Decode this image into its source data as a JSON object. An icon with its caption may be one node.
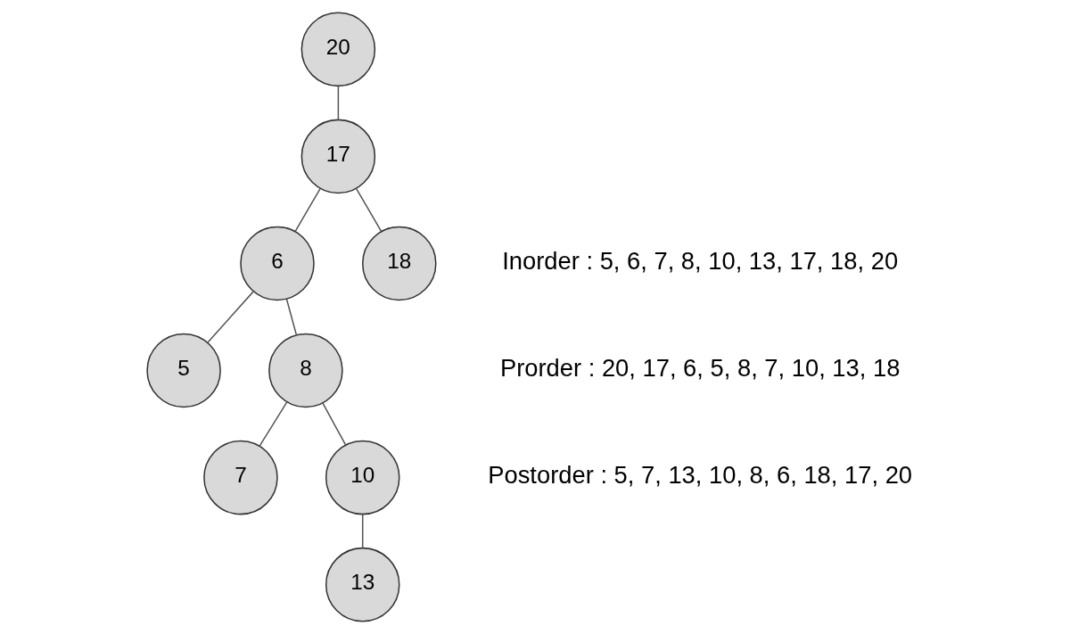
{
  "diagram": {
    "nodes": [
      {
        "text": [
          "20"
        ]
      },
      {
        "text": [
          "17"
        ]
      },
      {
        "text": [
          "6"
        ]
      },
      {
        "text": [
          "18"
        ]
      },
      {
        "text": [
          "5"
        ]
      },
      {
        "text": [
          "8"
        ]
      },
      {
        "text": [
          "7"
        ]
      },
      {
        "text": [
          "10"
        ]
      },
      {
        "text": [
          "13"
        ]
      }
    ],
    "edges": [
      {
        "from": 0,
        "to": 1,
        "arrow": "none"
      },
      {
        "from": 1,
        "to": 2,
        "arrow": "none"
      },
      {
        "from": 1,
        "to": 3,
        "arrow": "none"
      },
      {
        "from": 2,
        "to": 4,
        "arrow": "none"
      },
      {
        "from": 2,
        "to": 5,
        "arrow": "none"
      },
      {
        "from": 5,
        "to": 6,
        "arrow": "none"
      },
      {
        "from": 5,
        "to": 7,
        "arrow": "none"
      },
      {
        "from": 7,
        "to": 8,
        "arrow": "none"
      }
    ],
    "labels": [
      "Inorder : 5, 6, 7, 8, 10, 13, 17, 18, 20",
      "Prorder : 20, 17, 6, 5, 8, 7, 10, 13, 18",
      "Postorder : 5, 7, 13, 10, 8, 6, 18, 17, 20"
    ]
  }
}
